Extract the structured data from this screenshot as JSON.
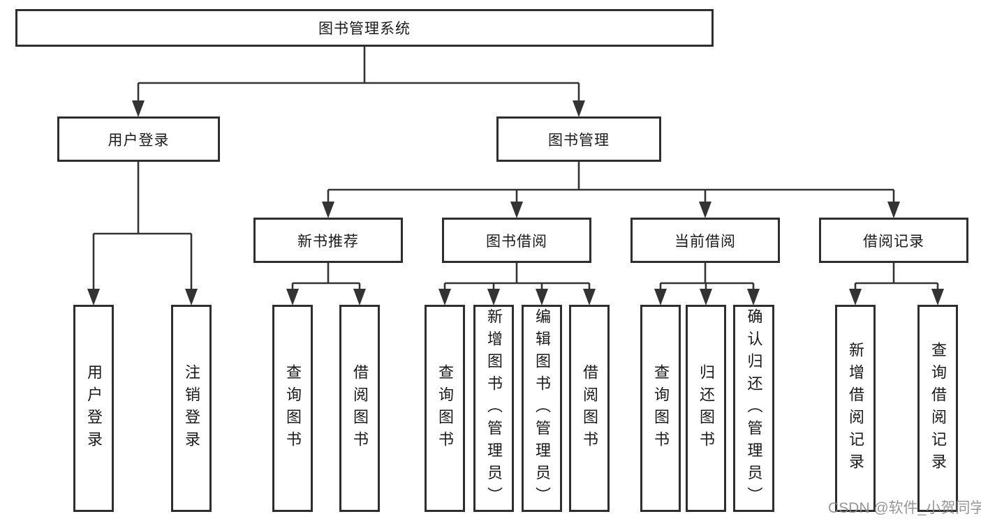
{
  "diagram": {
    "type": "functional-structure-tree",
    "style": {
      "line_color": "#333333",
      "box_border_color": "#2e2e2e",
      "text_color": "#1a1a1a",
      "watermark_color": "#888888",
      "background": "#ffffff"
    },
    "tree": {
      "root": {
        "label": "图书管理系统"
      },
      "login": {
        "label": "用户登录",
        "children": [
          {
            "label": "用户登录"
          },
          {
            "label": "注销登录"
          }
        ]
      },
      "management": {
        "label": "图书管理",
        "sections": [
          {
            "label": "新书推荐",
            "children": [
              {
                "label": "查询图书"
              },
              {
                "label": "借阅图书"
              }
            ]
          },
          {
            "label": "图书借阅",
            "children": [
              {
                "label": "查询图书"
              },
              {
                "label": "新增图书（管理员）"
              },
              {
                "label": "编辑图书（管理员）"
              },
              {
                "label": "借阅图书"
              }
            ]
          },
          {
            "label": "当前借阅",
            "children": [
              {
                "label": "查询图书"
              },
              {
                "label": "归还图书"
              },
              {
                "label": "确认归还（管理员）"
              }
            ]
          },
          {
            "label": "借阅记录",
            "children": [
              {
                "label": "新增借阅记录"
              },
              {
                "label": "查询借阅记录"
              }
            ]
          }
        ]
      }
    }
  },
  "watermark": "CSDN @软件_小贺同学"
}
